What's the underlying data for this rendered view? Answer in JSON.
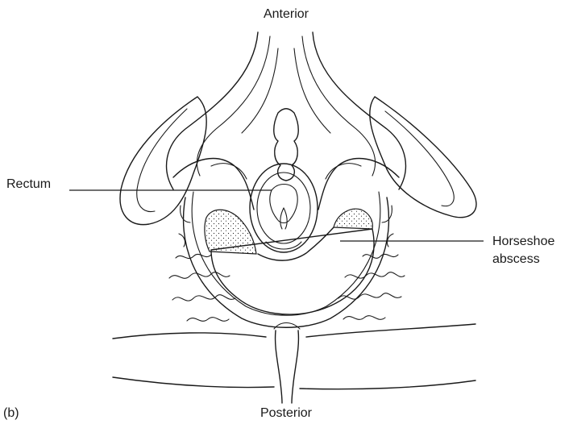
{
  "figure": {
    "panel_label": "(b)",
    "orientation": {
      "top": "Anterior",
      "bottom": "Posterior"
    },
    "labels": {
      "rectum": "Rectum",
      "horseshoe_abscess_line1": "Horseshoe",
      "horseshoe_abscess_line2": "abscess"
    },
    "colors": {
      "ink": "#1a1a1a",
      "background": "#ffffff"
    }
  }
}
